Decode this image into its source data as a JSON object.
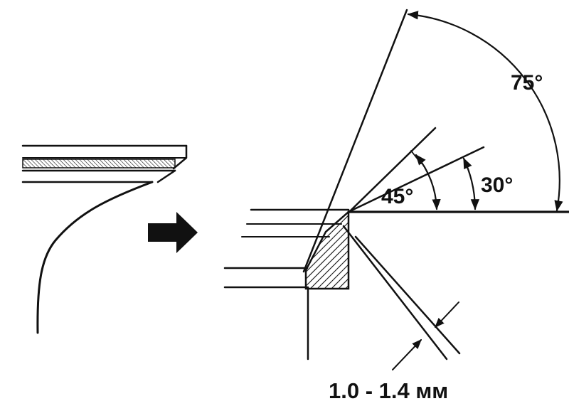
{
  "diagram": {
    "angle_large": "75°",
    "angle_mid": "45°",
    "angle_small": "30°",
    "width_dimension": "1.0 - 1.4 мм",
    "colors": {
      "ink": "#111111",
      "background": "#ffffff"
    }
  }
}
